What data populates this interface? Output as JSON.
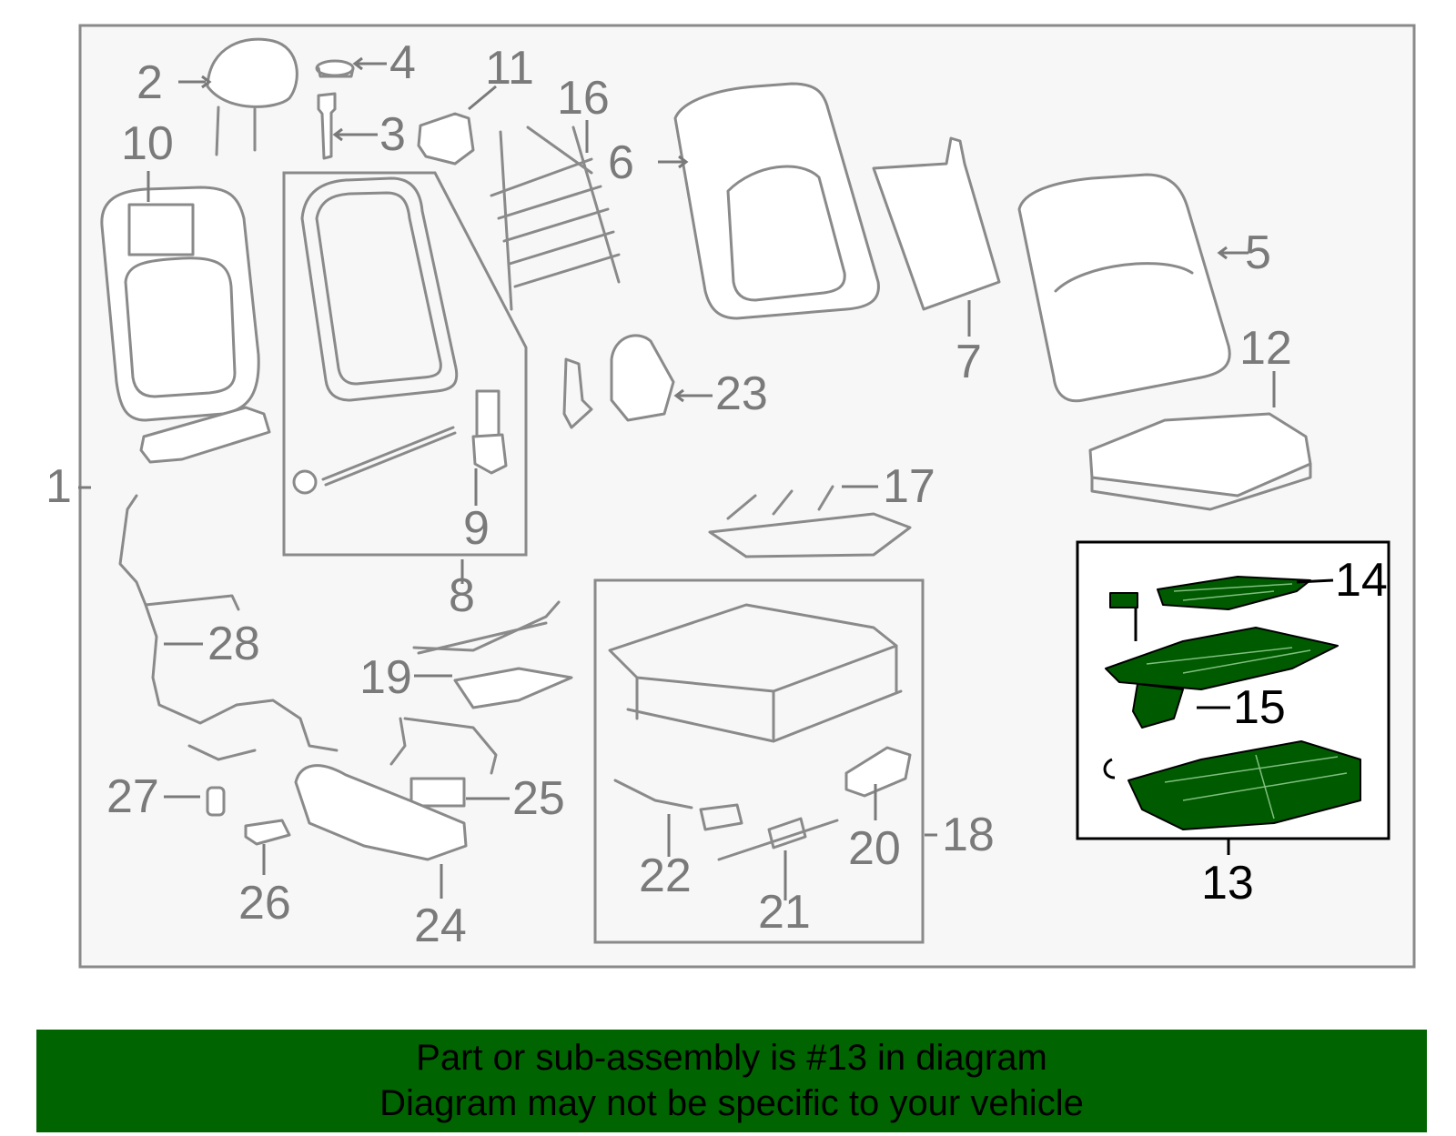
{
  "callouts": {
    "c1": "1",
    "c2": "2",
    "c3": "3",
    "c4": "4",
    "c5": "5",
    "c6": "6",
    "c7": "7",
    "c8": "8",
    "c9": "9",
    "c10": "10",
    "c11": "11",
    "c12": "12",
    "c13": "13",
    "c14": "14",
    "c15": "15",
    "c16": "16",
    "c17": "17",
    "c18": "18",
    "c19": "19",
    "c20": "20",
    "c21": "21",
    "c22": "22",
    "c23": "23",
    "c24": "24",
    "c25": "25",
    "c26": "26",
    "c27": "27",
    "c28": "28"
  },
  "highlight": {
    "color": "#005a00",
    "part": "13"
  },
  "banner": {
    "line1": "Part or sub-assembly is #13 in diagram",
    "line2": "Diagram may not be specific to your vehicle",
    "background": "#006400"
  }
}
